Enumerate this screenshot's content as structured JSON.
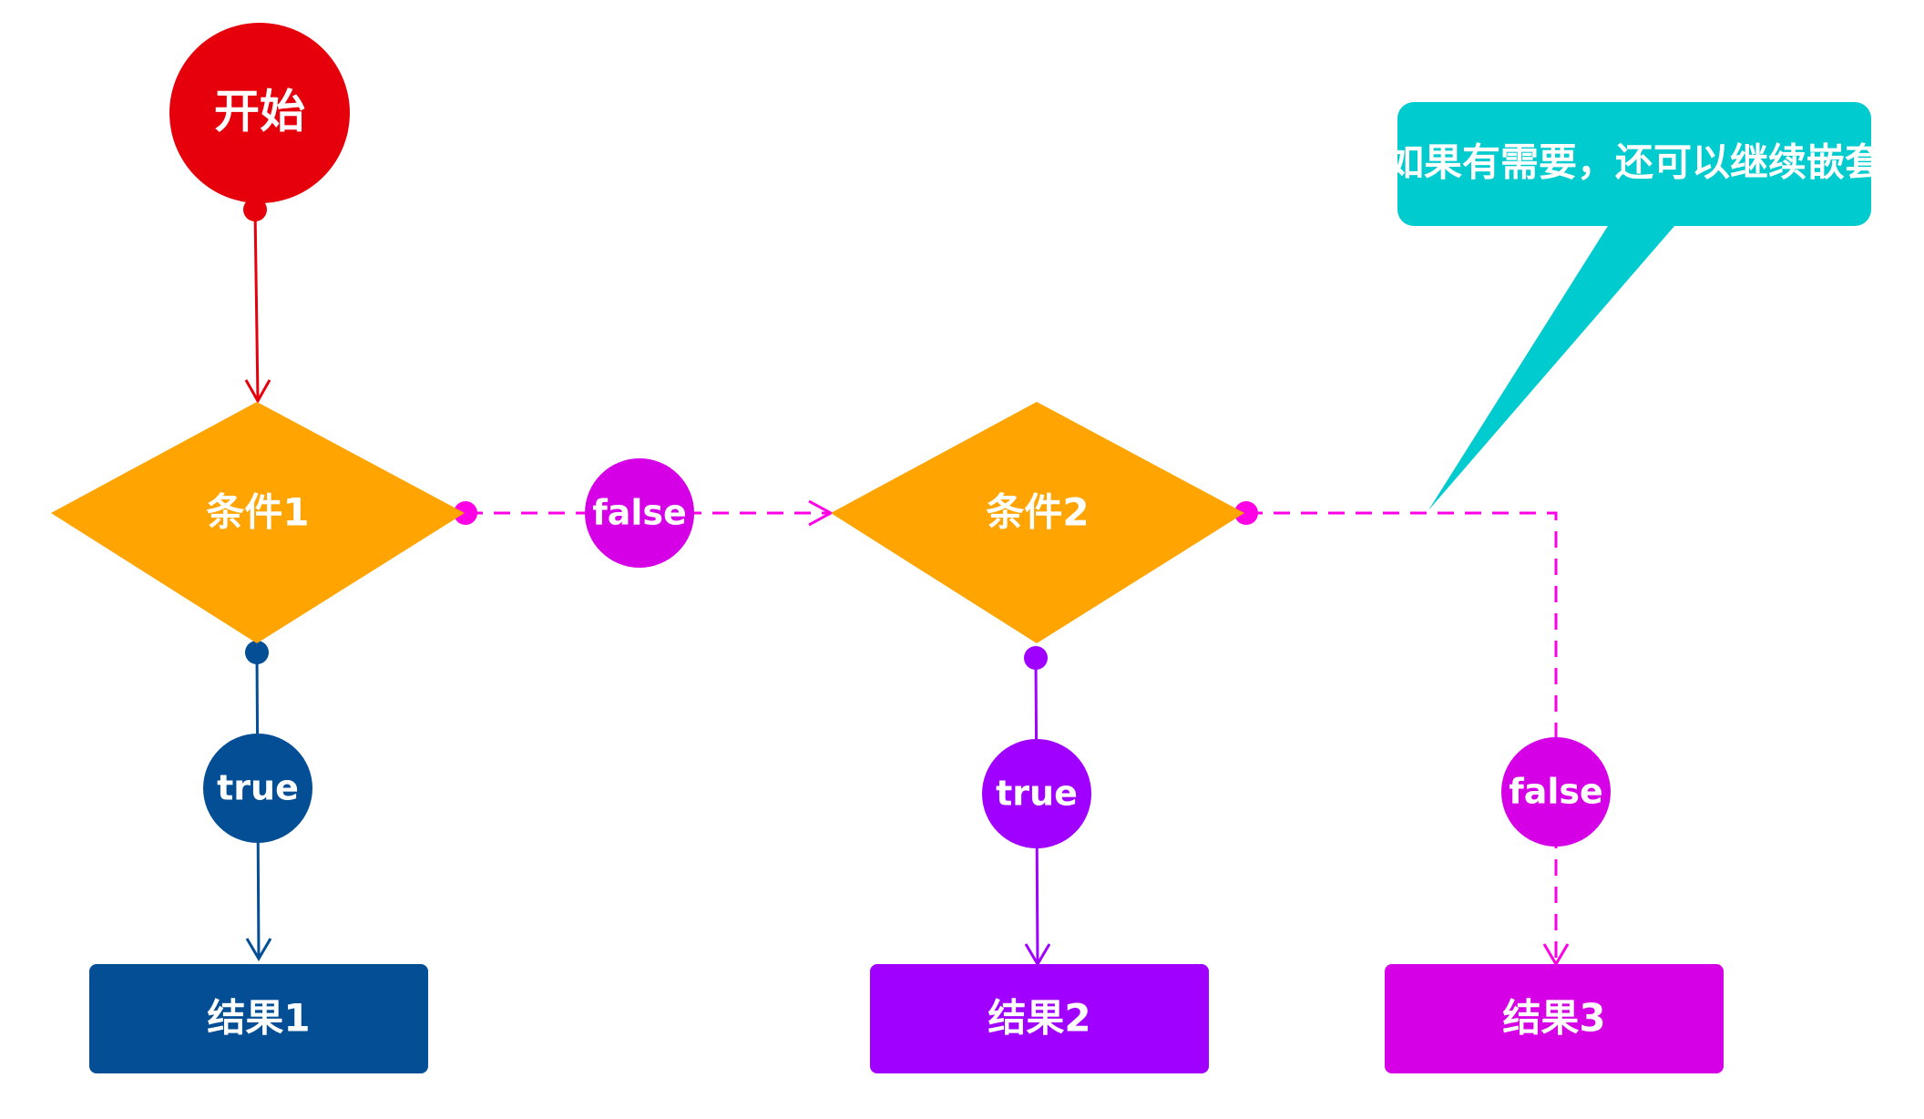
{
  "colors": {
    "start": "#e6000b",
    "decision": "#ffa400",
    "branch_true_1": "#034e95",
    "branch_true_2": "#a000ff",
    "branch_false": "#d500e5",
    "callout": "#00cbcf",
    "text": "#ffffff"
  },
  "start": {
    "label": "开始"
  },
  "conditions": [
    {
      "label": "条件1"
    },
    {
      "label": "条件2"
    }
  ],
  "branches": {
    "false_1": {
      "label": "false"
    },
    "true_1": {
      "label": "true"
    },
    "true_2": {
      "label": "true"
    },
    "false_2": {
      "label": "false"
    }
  },
  "results": [
    {
      "label": "结果1"
    },
    {
      "label": "结果2"
    },
    {
      "label": "结果3"
    }
  ],
  "callout": {
    "text": "如果有需要，还可以继续嵌套"
  }
}
